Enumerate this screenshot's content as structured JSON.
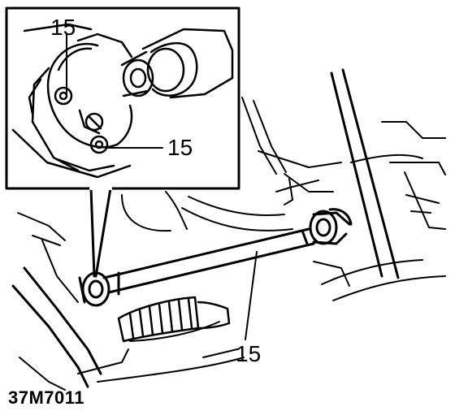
{
  "figure": {
    "id": "37M7011",
    "callouts": {
      "inset_top": "15",
      "inset_right": "15",
      "main": "15"
    }
  },
  "colors": {
    "ink": "#000000",
    "paper": "#ffffff"
  }
}
